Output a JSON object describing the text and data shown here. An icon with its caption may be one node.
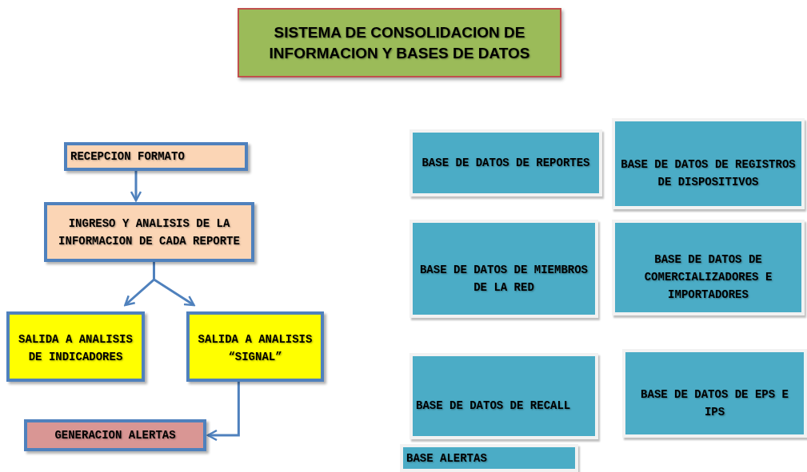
{
  "diagram": {
    "nodes": [
      {
        "text": [
          "SISTEMA DE CONSOLIDACION DE INFORMACION Y  BASES DE DATOS"
        ]
      },
      {
        "text": [
          "RECEPCION FORMATO"
        ]
      },
      {
        "text": [
          "INGRESO Y ANALISIS DE LA INFORMACION DE CADA REPORTE"
        ]
      },
      {
        "text": [
          "SALIDA A ANALISIS DE INDICADORES"
        ]
      },
      {
        "text": [
          "SALIDA A ANALISIS “SIGNAL”"
        ]
      },
      {
        "text": [
          "GENERACION ALERTAS"
        ]
      },
      {
        "text": [
          "BASE DE DATOS DE REPORTES"
        ]
      },
      {
        "text": [
          "BASE DE DATOS DE REGISTROS DE DISPOSITIVOS"
        ]
      },
      {
        "text": [
          "BASE DE DATOS DE MIEMBROS DE LA RED"
        ]
      },
      {
        "text": [
          "BASE DE DATOS DE COMERCIALIZADORES E IMPORTADORES"
        ]
      },
      {
        "text": [
          "BASE DE DATOS DE RECALL"
        ]
      },
      {
        "text": [
          "BASE DE DATOS DE EPS E IPS"
        ]
      },
      {
        "text": [
          "BASE ALERTAS"
        ]
      }
    ],
    "edges": [
      {
        "from": 1,
        "to": 2,
        "arrow": "to"
      },
      {
        "from": 2,
        "to": 3,
        "arrow": "to"
      },
      {
        "from": 2,
        "to": 4,
        "arrow": "to"
      },
      {
        "from": 4,
        "to": 5,
        "arrow": "to"
      }
    ]
  }
}
